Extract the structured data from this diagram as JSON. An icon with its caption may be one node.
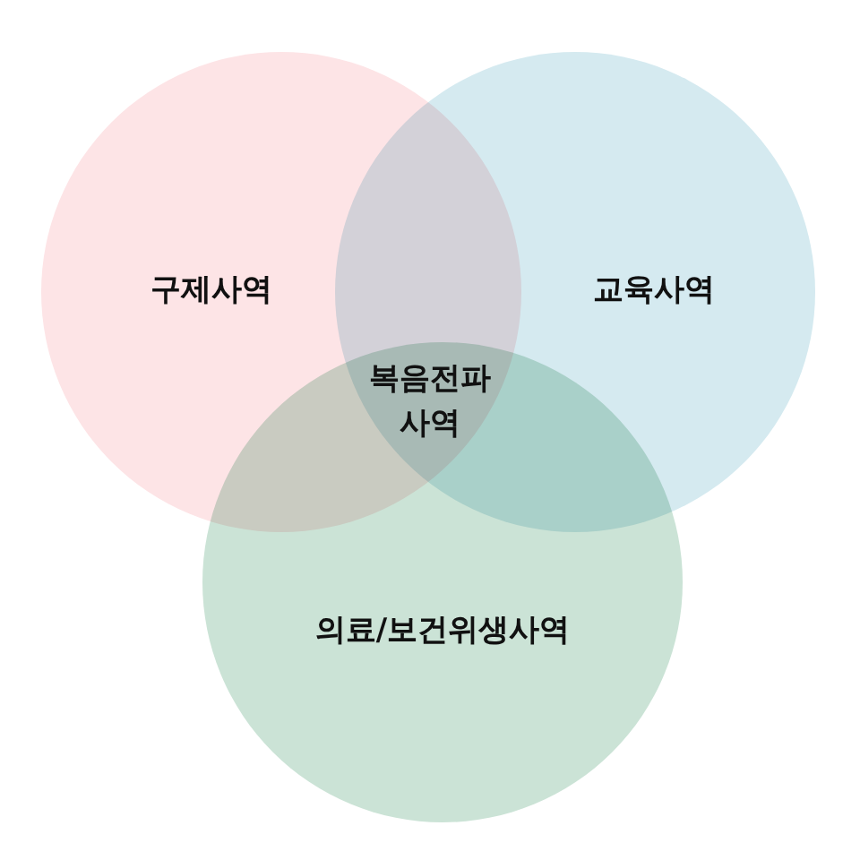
{
  "diagram": {
    "nodes": [
      {
        "text": [
          "구제사역"
        ]
      },
      {
        "text": [
          "교육사역"
        ]
      },
      {
        "text": [
          "의료/보건위생사역"
        ]
      }
    ],
    "labels": [
      "복음전파 사역"
    ]
  }
}
